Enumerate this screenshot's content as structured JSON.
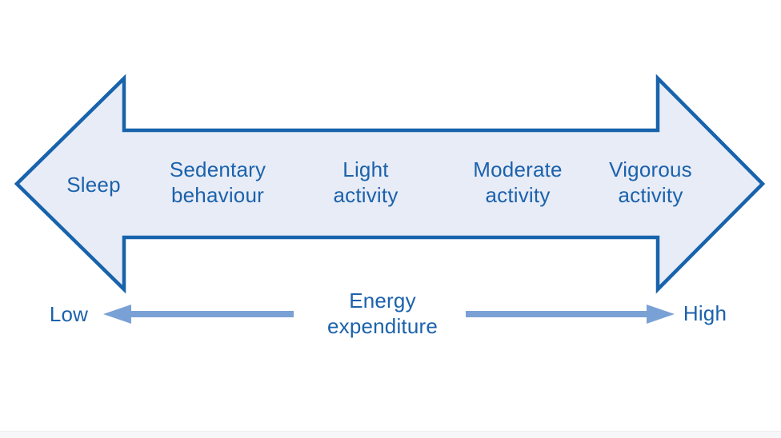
{
  "diagram": {
    "type": "spectrum-double-arrow",
    "categories": [
      "Sleep",
      "Sedentary\nbehaviour",
      "Light\nactivity",
      "Moderate\nactivity",
      "Vigorous\nactivity"
    ],
    "axis": {
      "label": "Energy\nexpenditure",
      "low": "Low",
      "high": "High"
    },
    "colors": {
      "arrow_outline": "#1763ac",
      "arrow_fill": "#e8ecf6",
      "label_text": "#1b62ac",
      "axis_arrow": "#7aa1d5",
      "background": "#ffffff",
      "footer_strip": "#f7f7f9"
    }
  }
}
